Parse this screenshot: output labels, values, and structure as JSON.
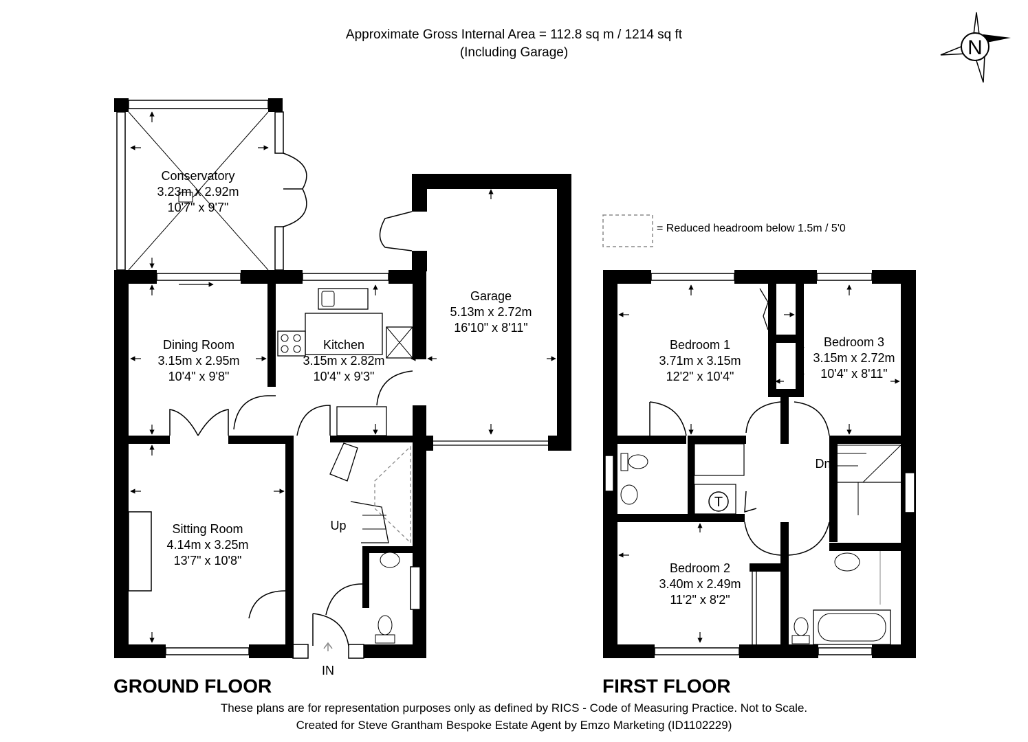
{
  "header": {
    "area_line": "Approximate Gross Internal Area = 112.8 sq m / 1214 sq ft",
    "including": "(Including Garage)"
  },
  "compass": {
    "label": "N",
    "icon": "compass-north-icon"
  },
  "legend": {
    "text": "= Reduced headroom below 1.5m / 5'0"
  },
  "ground_floor": {
    "title": "GROUND FLOOR",
    "rooms": {
      "conservatory": {
        "name": "Conservatory",
        "metric": "3.23m x 2.92m",
        "imperial": "10'7\" x 9'7\""
      },
      "garage": {
        "name": "Garage",
        "metric": "5.13m x 2.72m",
        "imperial": "16'10\" x 8'11\""
      },
      "dining": {
        "name": "Dining Room",
        "metric": "3.15m x 2.95m",
        "imperial": "10'4\" x 9'8\""
      },
      "kitchen": {
        "name": "Kitchen",
        "metric": "3.15m x 2.82m",
        "imperial": "10'4\" x 9'3\""
      },
      "sitting": {
        "name": "Sitting Room",
        "metric": "4.14m x 3.25m",
        "imperial": "13'7\" x 10'8\""
      }
    },
    "up_label": "Up",
    "in_label": "IN"
  },
  "first_floor": {
    "title": "FIRST FLOOR",
    "rooms": {
      "bedroom1": {
        "name": "Bedroom 1",
        "metric": "3.71m x 3.15m",
        "imperial": "12'2\" x 10'4\""
      },
      "bedroom3": {
        "name": "Bedroom 3",
        "metric": "3.15m x 2.72m",
        "imperial": "10'4\" x 8'11\""
      },
      "bedroom2": {
        "name": "Bedroom 2",
        "metric": "3.40m x 2.49m",
        "imperial": "11'2\" x 8'2\""
      }
    },
    "dn_label": "Dn",
    "tank_label": "T"
  },
  "footer": {
    "line1": "These plans are for representation purposes only as defined by RICS - Code of Measuring Practice. Not to Scale.",
    "line2": "Created for Steve Grantham Bespoke Estate Agent by Emzo Marketing (ID1102229)"
  }
}
